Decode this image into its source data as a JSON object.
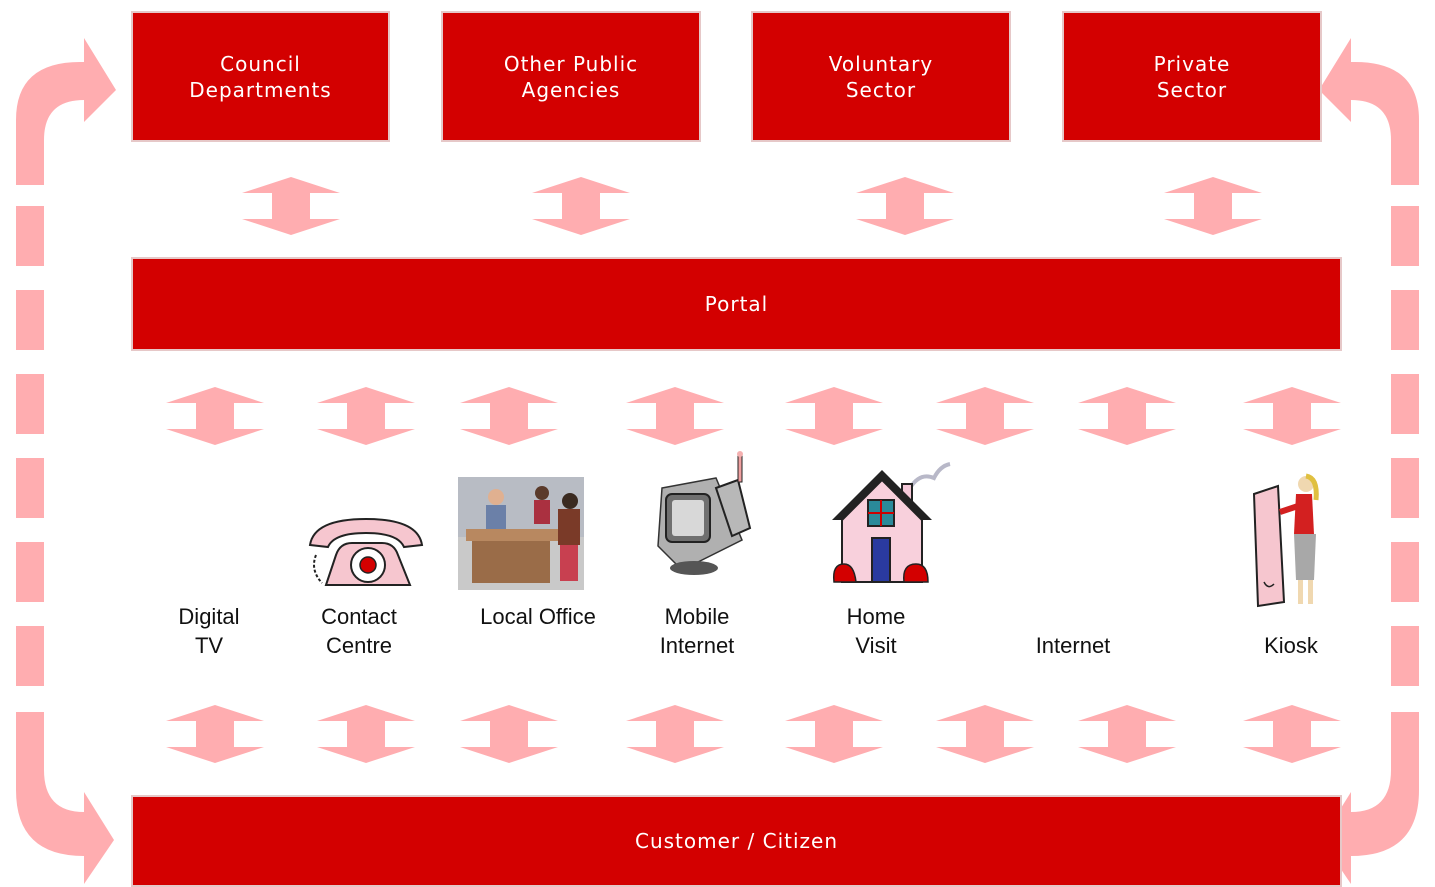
{
  "colors": {
    "box_fill": "#d30000",
    "arrow_fill": "#ffadb0",
    "box_text": "#ffffff"
  },
  "top_boxes": [
    {
      "label": "Council\nDepartments"
    },
    {
      "label": "Other Public\nAgencies"
    },
    {
      "label": "Voluntary\nSector"
    },
    {
      "label": "Private\nSector"
    }
  ],
  "portal": {
    "label": "Portal"
  },
  "customer": {
    "label": "Customer / Citizen"
  },
  "channels": [
    {
      "label": "Digital\nTV",
      "icon": "digital-tv"
    },
    {
      "label": "Contact\nCentre",
      "icon": "telephone-icon"
    },
    {
      "label": "Local Office",
      "icon": "office-meeting-icon"
    },
    {
      "label": "Mobile\nInternet",
      "icon": "mobile-phone-icon"
    },
    {
      "label": "Home\nVisit",
      "icon": "house-icon"
    },
    {
      "label": "Internet",
      "icon": "internet"
    },
    {
      "label": "Kiosk",
      "icon": "kiosk-icon"
    }
  ]
}
